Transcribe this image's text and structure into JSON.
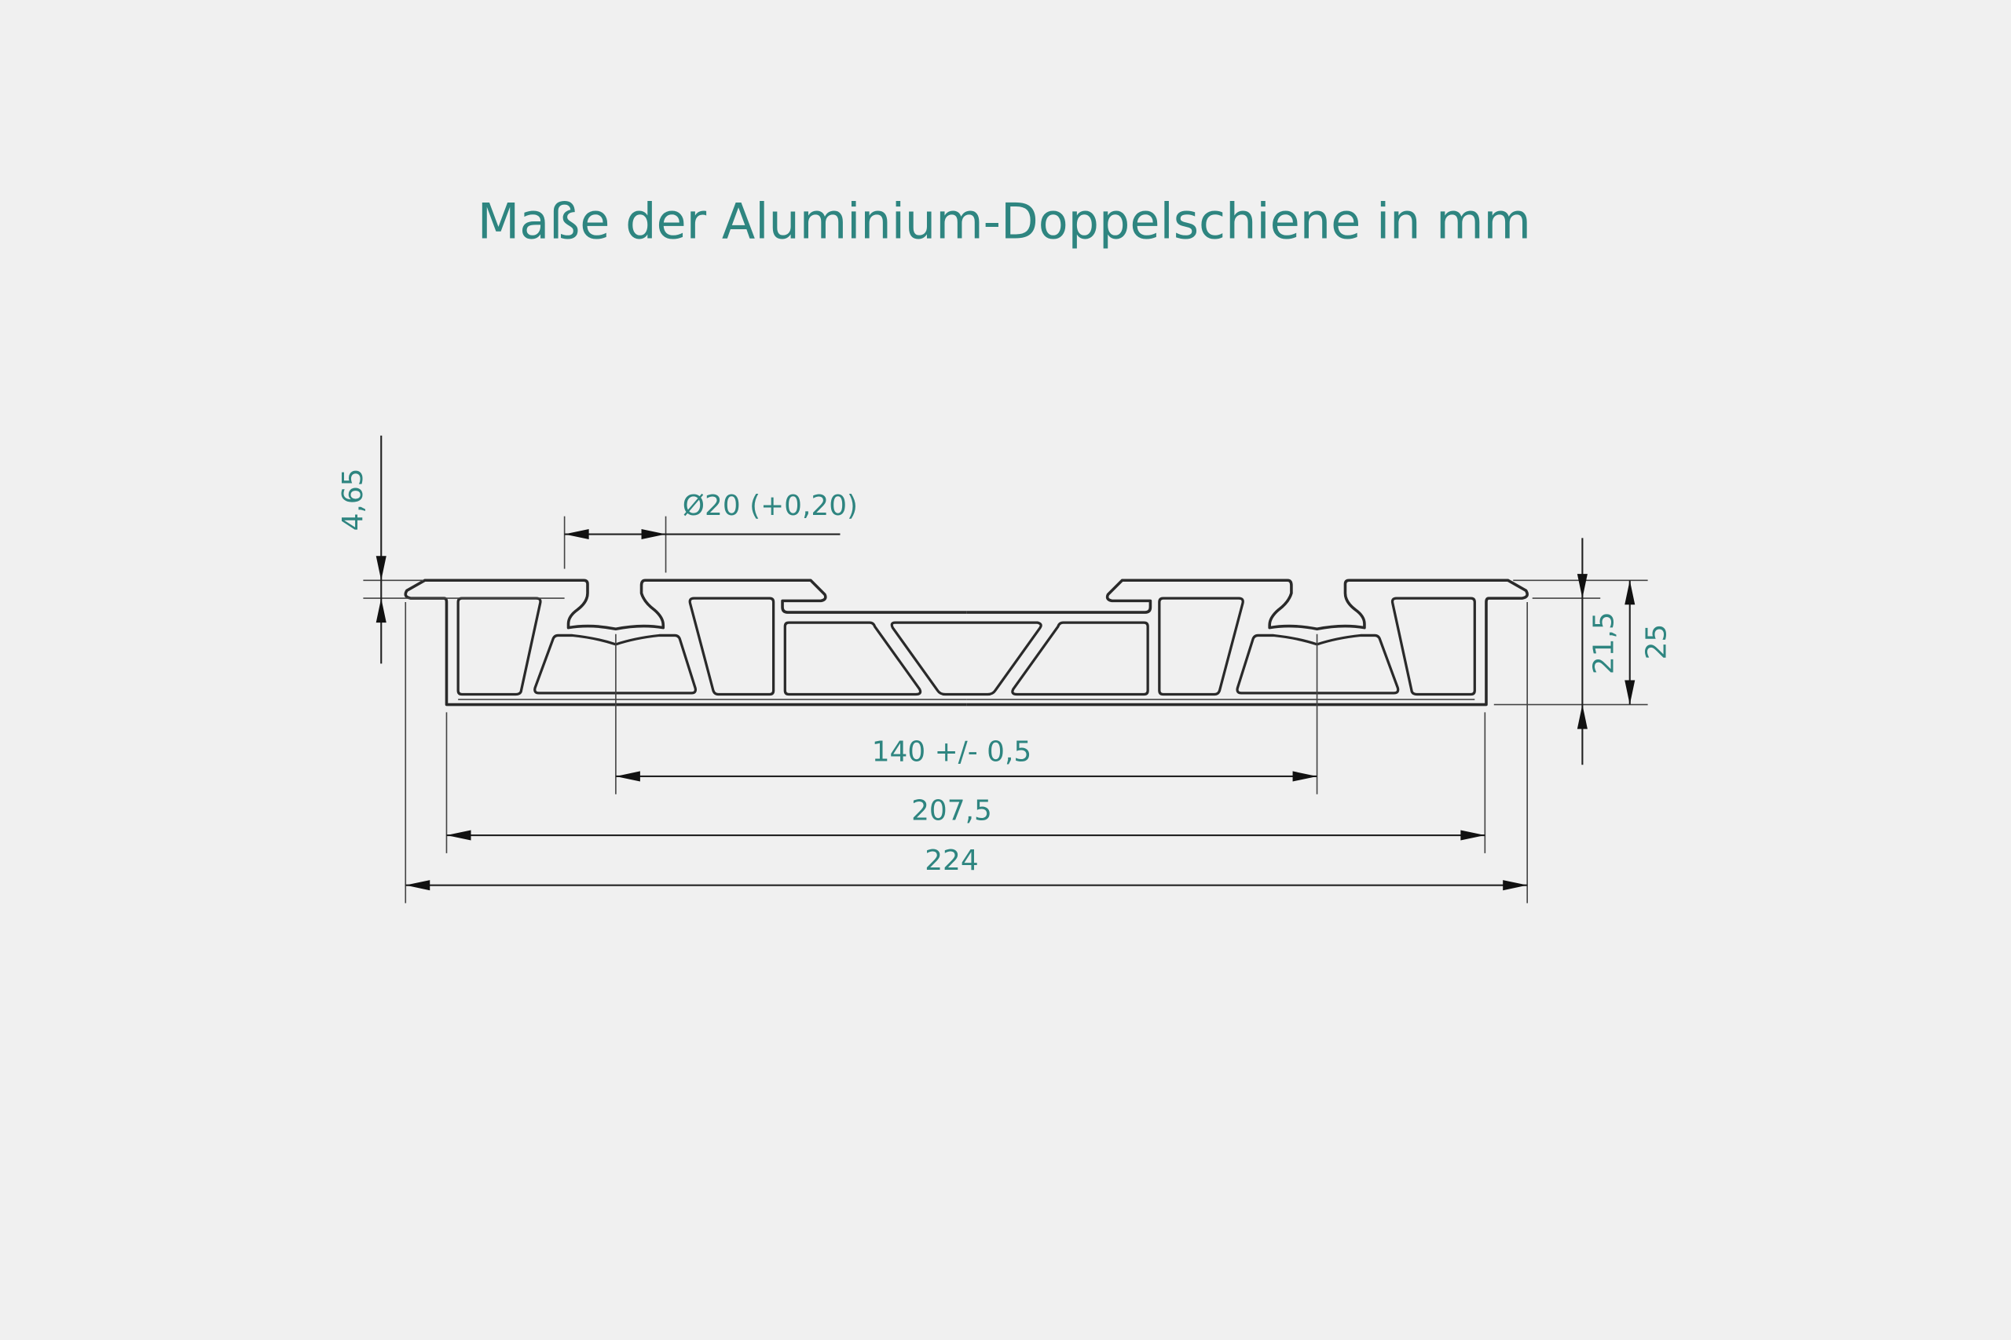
{
  "title": "Maße der Aluminium-Doppelschiene in mm",
  "colors": {
    "accent": "#2e8580",
    "line": "#2a2a2a",
    "background": "#f0f0f0"
  },
  "dimensions": {
    "flange_height": "4,65",
    "slot_diameter": "Ø20 (+0,20)",
    "slot_spacing": "140 +/- 0,5",
    "inner_width": "207,5",
    "total_width": "224",
    "body_height": "21,5",
    "total_height": "25"
  }
}
